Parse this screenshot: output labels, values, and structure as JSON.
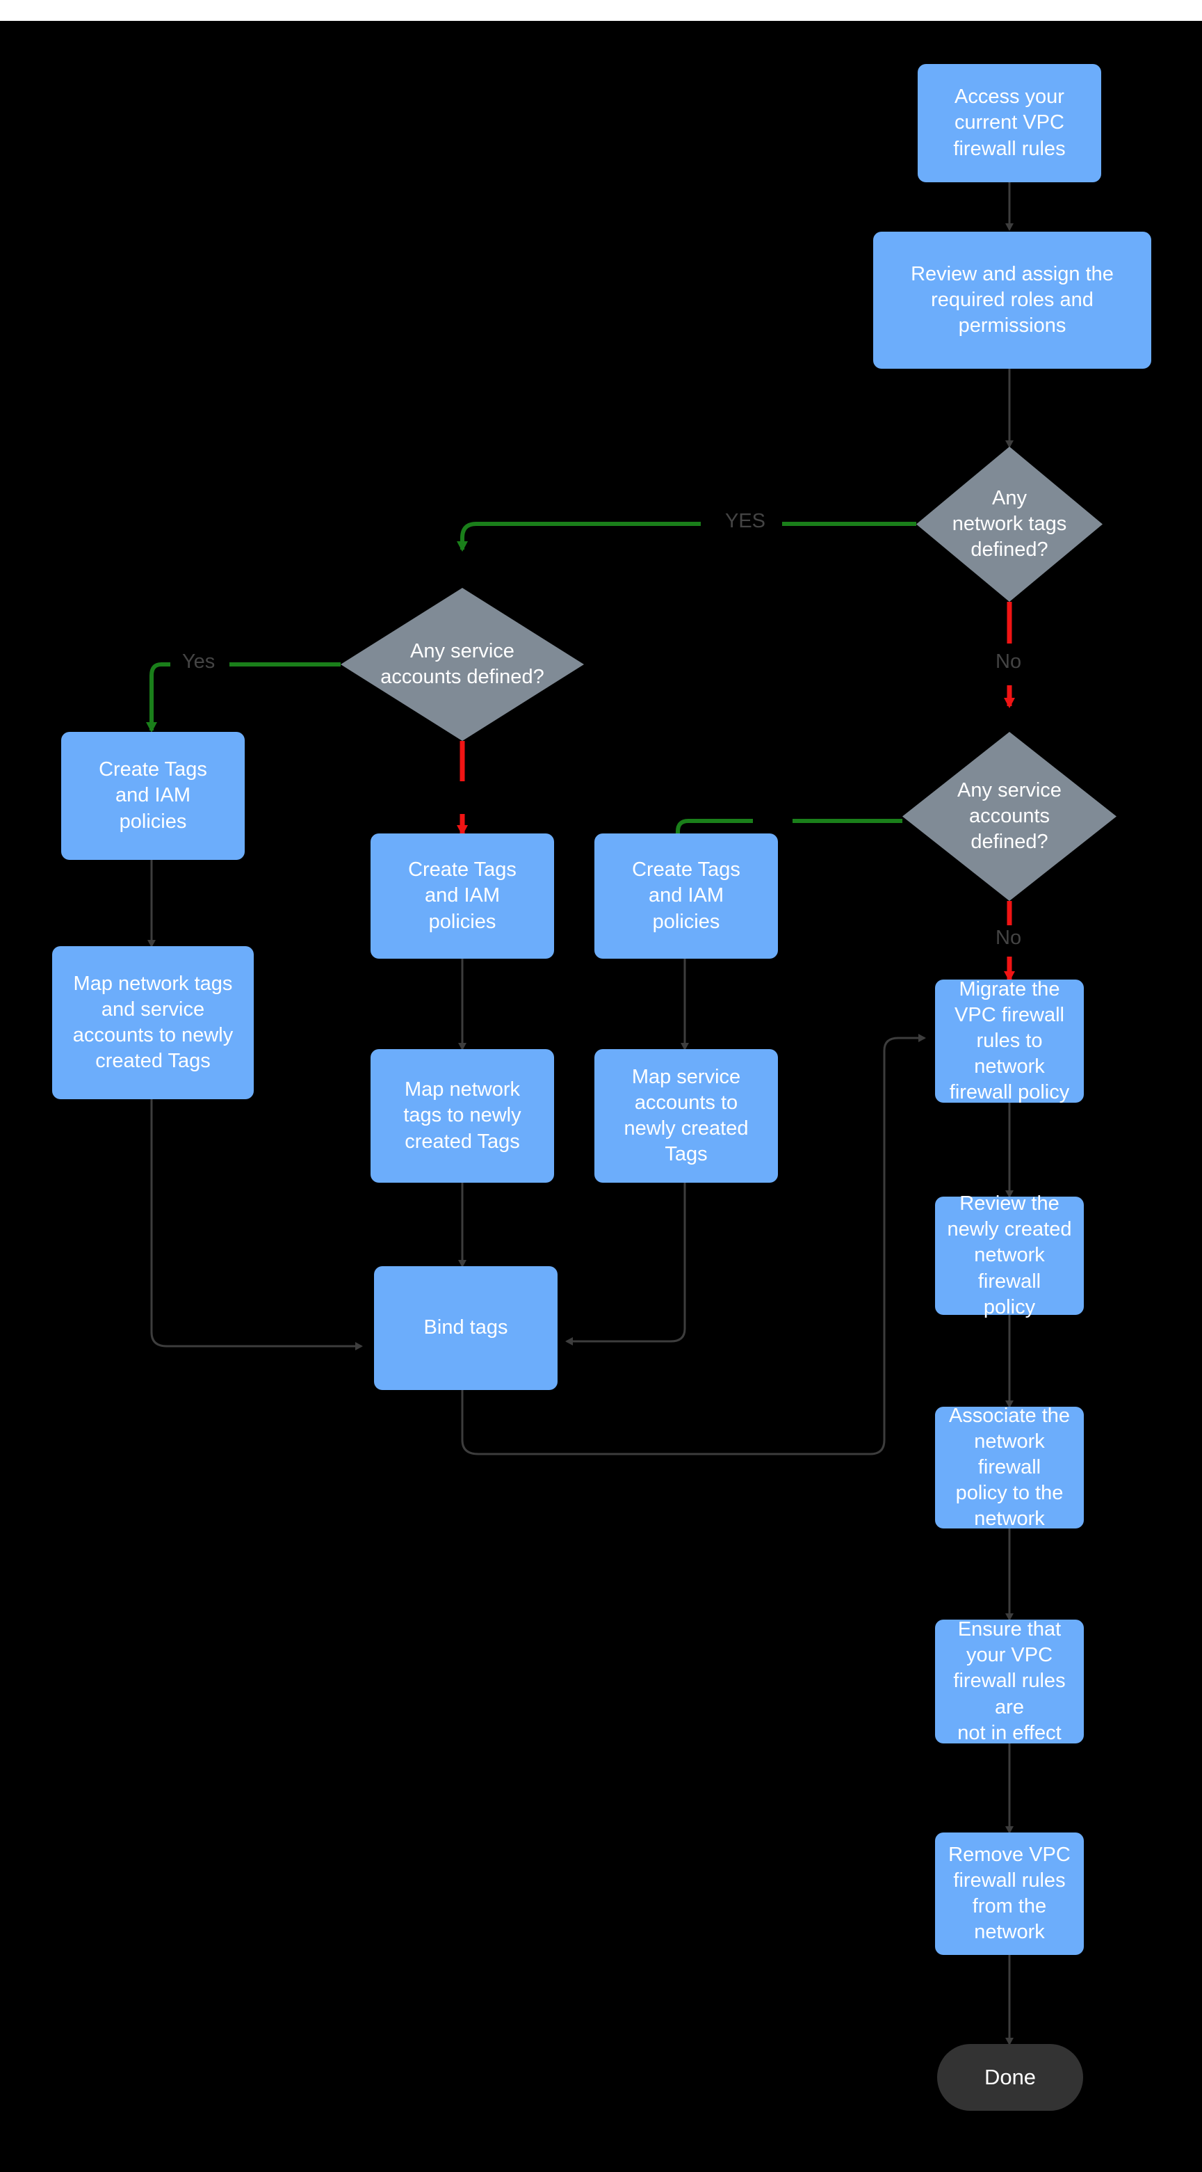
{
  "diagram": {
    "title": "VPC firewall rules to network firewall policy migration",
    "canvas_background": "#ffffff",
    "board_background": "#000000",
    "colors": {
      "process_fill": "#6cadfb",
      "decision_fill": "#808b96",
      "terminal_fill": "#333333",
      "edge_default": "#3d3d3d",
      "edge_yes": "#1a7f1a",
      "edge_no": "#f01414",
      "node_text": "#ffffff",
      "edge_label_text": "#444444"
    },
    "nodes": {
      "access_rules": "Access your\ncurrent VPC\nfirewall rules",
      "review_roles": "Review and assign the\nrequired roles and\npermissions",
      "d_network_tags": "Any\nnetwork tags\ndefined?",
      "d_service_accounts_left": "Any service\naccounts defined?",
      "d_service_accounts_right": "Any service\naccounts\ndefined?",
      "create_tags_left": "Create Tags\nand IAM\npolicies",
      "create_tags_mid": "Create Tags\nand IAM\npolicies",
      "create_tags_right": "Create Tags\nand IAM\npolicies",
      "map_both": "Map network tags\nand service\naccounts to newly\ncreated Tags",
      "map_network_tags": "Map network\ntags to newly\ncreated Tags",
      "map_service_accounts": "Map service\naccounts  to\nnewly created\nTags",
      "bind_tags": "Bind tags",
      "migrate_rules": "Migrate the\nVPC firewall\nrules to network\nfirewall policy",
      "review_policy": "Review the\nnewly created\nnetwork firewall\npolicy",
      "associate_policy": "Associate the\nnetwork firewall\npolicy to the\nnetwork",
      "ensure_not_effect": "Ensure that\nyour VPC\nfirewall rules are\nnot in effect",
      "remove_rules": "Remove  VPC\nfirewall rules\nfrom the\nnetwork",
      "done": "Done"
    },
    "edge_labels": {
      "network_tags_yes": "YES",
      "network_tags_no": "No",
      "service_accounts_left_yes": "Yes",
      "service_accounts_right_no": "No"
    }
  }
}
